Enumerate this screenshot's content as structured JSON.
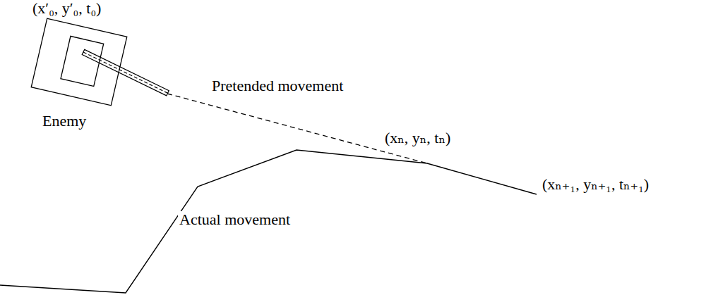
{
  "diagram": {
    "labels": [
      "(x′₀, y′₀, t₀)",
      "Enemy",
      "Pretended movement",
      "(xₙ, yₙ, tₙ)",
      "(xₙ₊₁, yₙ₊₁, tₙ₊₁)",
      "Actual movement"
    ]
  }
}
